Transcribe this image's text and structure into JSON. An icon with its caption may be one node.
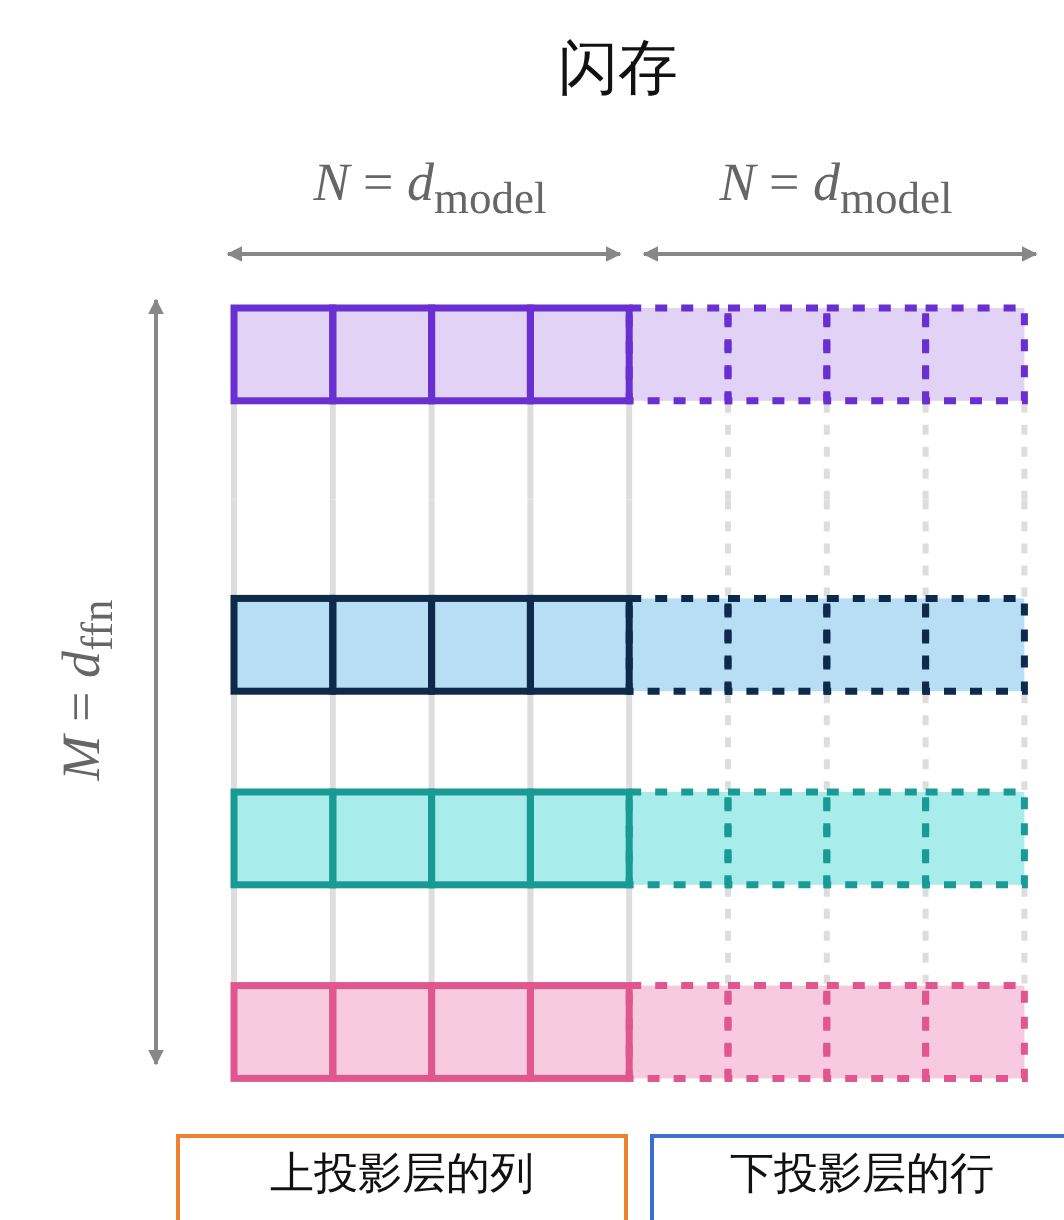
{
  "diagram": {
    "title": "闪存",
    "nodes": [
      {
        "text": [
          "上投影层的列"
        ]
      },
      {
        "text": [
          "下投影层的行"
        ]
      }
    ],
    "labels": [
      "*N* = *d*$_{model}$",
      "*N* = *d*$_{model}$",
      "*M* = *d*$_{ffn}$"
    ]
  }
}
